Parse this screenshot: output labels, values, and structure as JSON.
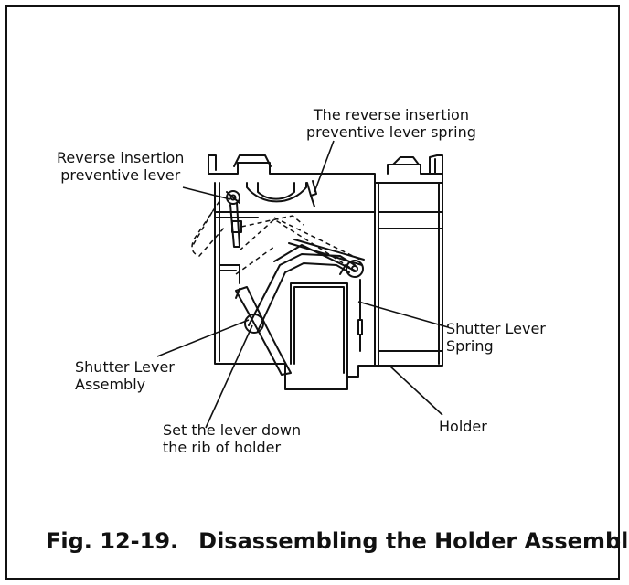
{
  "figure": {
    "number": "Fig. 12-19.",
    "title": "Disassembling the Holder Assembly"
  },
  "labels": {
    "reverse_spring": "The reverse insertion\npreventive lever spring",
    "reverse_lever": "Reverse insertion\npreventive lever",
    "shutter_spring": "Shutter Lever\nSpring",
    "shutter_assembly": "Shutter Lever\nAssembly",
    "holder": "Holder",
    "instruction": "Set the lever  down\nthe rib of holder"
  }
}
